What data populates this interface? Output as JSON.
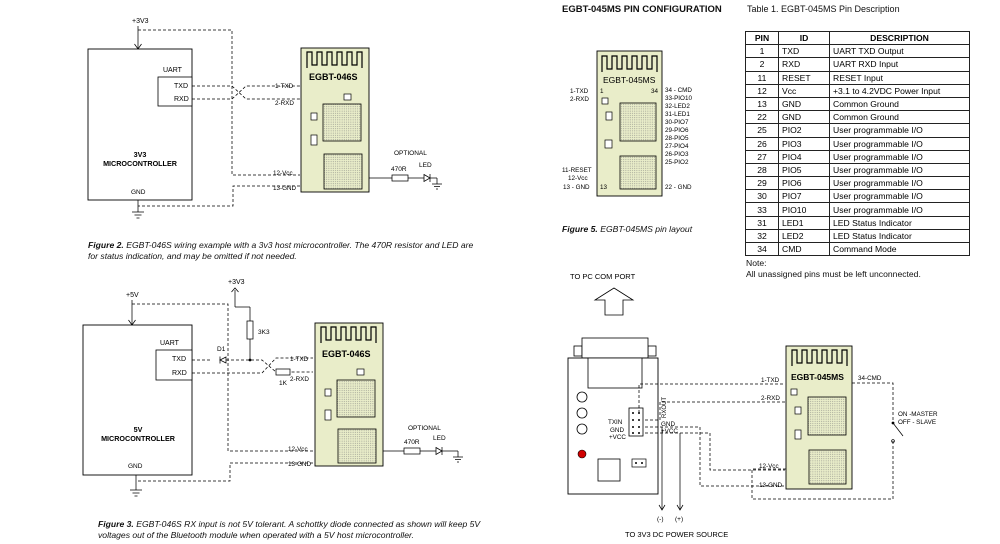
{
  "fig2": {
    "supply": "+3V3",
    "uart": "UART",
    "txd": "TXD",
    "rxd": "RXD",
    "mcu_line1": "3V3",
    "mcu_line2": "MICROCONTROLLER",
    "gnd": "GND",
    "module": "EGBT-046S",
    "pin_txd": "1-TXD",
    "pin_rxd": "2-RXD",
    "pin_vcc": "12-Vcc",
    "pin_gnd": "13-GND",
    "optional": "OPTIONAL",
    "resistor": "470R",
    "led": "LED",
    "caption_label": "Figure 2.",
    "caption_text": " EGBT-046S wiring example with a 3v3 host microcontroller. The 470R resistor and LED are for status indication, and may be omitted if not needed."
  },
  "fig3": {
    "supply_mcu": "+5V",
    "supply_pullup": "+3V3",
    "pullup": "3K3",
    "diode": "D1",
    "series_r": "1K",
    "uart": "UART",
    "txd": "TXD",
    "rxd": "RXD",
    "mcu_line1": "5V",
    "mcu_line2": "MICROCONTROLLER",
    "gnd": "GND",
    "module": "EGBT-046S",
    "pin_txd": "1-TXD",
    "pin_rxd": "2-RXD",
    "pin_vcc": "12-Vcc",
    "pin_gnd": "13-GND",
    "optional": "OPTIONAL",
    "resistor": "470R",
    "led": "LED",
    "caption_label": "Figure 3.",
    "caption_text": " EGBT-046S RX input is not 5V tolerant. A schottky diode connected as shown will keep 5V voltages out of the Bluetooth module when operated with a 5V host microcontroller."
  },
  "fig5": {
    "heading": "EGBT-045MS PIN CONFIGURATION",
    "module": "EGBT-045MS",
    "left_pins": [
      "1-TXD",
      "2-RXD"
    ],
    "left_pins_low": [
      "11-RESET",
      "12-Vcc",
      "13 - GND"
    ],
    "pin1": "1",
    "pin34": "34",
    "pin13": "13",
    "right_pins": [
      "34 - CMD",
      "33-PIO10",
      "32-LED2",
      "31-LED1",
      "30-PIO7",
      "29-PIO6",
      "28-PIO5",
      "27-PIO4",
      "26-PIO3",
      "25-PIO2"
    ],
    "right_pin_gnd": "22 - GND",
    "caption_label": "Figure 5.",
    "caption_text": " EGBT-045MS pin layout"
  },
  "table1": {
    "title": "Table 1. EGBT-045MS Pin Description",
    "headers": [
      "PIN",
      "ID",
      "DESCRIPTION"
    ],
    "rows": [
      [
        "1",
        "TXD",
        "UART TXD Output"
      ],
      [
        "2",
        "RXD",
        "UART RXD Input"
      ],
      [
        "11",
        "RESET",
        "RESET Input"
      ],
      [
        "12",
        "Vcc",
        "+3.1 to 4.2VDC Power Input"
      ],
      [
        "13",
        "GND",
        "Common Ground"
      ],
      [
        "22",
        "GND",
        "Common Ground"
      ],
      [
        "25",
        "PIO2",
        "User programmable I/O"
      ],
      [
        "26",
        "PIO3",
        "User programmable I/O"
      ],
      [
        "27",
        "PIO4",
        "User programmable I/O"
      ],
      [
        "28",
        "PIO5",
        "User programmable I/O"
      ],
      [
        "29",
        "PIO6",
        "User programmable I/O"
      ],
      [
        "30",
        "PIO7",
        "User programmable I/O"
      ],
      [
        "33",
        "PIO10",
        "User programmable I/O"
      ],
      [
        "31",
        "LED1",
        "LED Status Indicator"
      ],
      [
        "32",
        "LED2",
        "LED Status Indicator"
      ],
      [
        "34",
        "CMD",
        "Command Mode"
      ]
    ],
    "note_label": "Note:",
    "note_text": "All unassigned pins must be left unconnected."
  },
  "fig_pc": {
    "to_pc": "TO PC COM PORT",
    "txin": "TXIN",
    "gnd": "GND",
    "vcc": "+VCC",
    "rxout": "RXOUT",
    "gnd2": "GND",
    "vcc2": "+VCC",
    "module": "EGBT-045MS",
    "pin_txd": "1-TXD",
    "pin_rxd": "2-RXD",
    "pin_vcc": "12-Vcc",
    "pin_gnd": "13-GND",
    "pin_cmd": "34-CMD",
    "switch_on": "ON -MASTER",
    "switch_off": "OFF - SLAVE",
    "minus": "(-)",
    "plus": "(+)",
    "power": "TO 3V3 DC POWER SOURCE"
  }
}
